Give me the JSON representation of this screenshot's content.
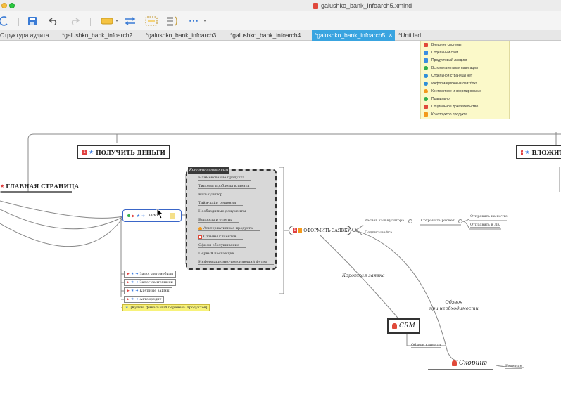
{
  "window": {
    "title": "galushko_bank_infoarch5.xmind"
  },
  "tabs": [
    {
      "label": "Структура аудита"
    },
    {
      "label": "*galushko_bank_infoarch2"
    },
    {
      "label": "*galushko_bank_infoarch3"
    },
    {
      "label": "*galushko_bank_infoarch4"
    },
    {
      "label": "*galushko_bank_infoarch5",
      "close": "×"
    },
    {
      "label": "*Untitled"
    }
  ],
  "toolbar": {
    "more": "⋯",
    "caret": "▾"
  },
  "legend": {
    "items": [
      {
        "label": "Внешние системы",
        "icon": "person-icon",
        "color": "#e04a3a"
      },
      {
        "label": "Отдельный сайт",
        "icon": "arrow-up-right-icon",
        "color": "#3a8ee0"
      },
      {
        "label": "Продуктовый лэндинг",
        "icon": "arrow-right-icon",
        "color": "#3a8ee0"
      },
      {
        "label": "Вспомогательная навигация",
        "icon": "plus-circle-icon",
        "color": "#34b04a"
      },
      {
        "label": "Отдельной страницы нет",
        "icon": "minus-circle-icon",
        "color": "#2f8fd8"
      },
      {
        "label": "Информационный лайтбокс",
        "icon": "info-icon",
        "color": "#2f8fd8"
      },
      {
        "label": "Контекстное информирование",
        "icon": "exclamation-icon",
        "color": "#f39a1c"
      },
      {
        "label": "Правильно",
        "icon": "check-icon",
        "color": "#34b04a"
      },
      {
        "label": "Социальное доказательство",
        "icon": "heart-icon",
        "color": "#e04a3a"
      },
      {
        "label": "Конструктор продукта",
        "icon": "puzzle-icon",
        "color": "#f39a1c"
      }
    ]
  },
  "map": {
    "main_page": "ГЛАВНАЯ СТРАНИЦА",
    "get_money": {
      "badge": "1",
      "label": "ПОЛУЧИТЬ ДЕНЬГИ"
    },
    "invest": {
      "badge": "1",
      "label": "ВЛОЖИТ"
    },
    "content_header": "Контент страницы",
    "content_items": [
      "Наименование продукта",
      "Типовая проблема клиента",
      "Калькулятор",
      "Тайм-лайн решения",
      "Необходимые документы",
      "Вопросы и ответы",
      "Альтернативные продукты",
      "Отзывы клиентов",
      "Офисы обслуживания",
      "Первый поставщик",
      "Информационно-поясняющий футер"
    ],
    "selected_node": "Залог",
    "sub_nodes": [
      "Залог автомобиля",
      "Залог сантехники",
      "Крупные займы",
      "Автокредит"
    ],
    "yellow_node": "[Купон: финальный перечень продуктов]",
    "apply": {
      "badge": "1",
      "label": "ОФОРМИТЬ ЗАЯВКУ"
    },
    "calc_result": "Расчет калькулятора",
    "save_calc": "Сохранить расчет",
    "send_mail": "Отправить на почте",
    "send_lk": "Отправить в ЛК",
    "pre_estimate": "Подписывайка",
    "short_app": "Короткая заявка",
    "call_when_needed": "Обзвон\nпри необходимости",
    "crm": "CRM",
    "call_clients": "Обзвон клиента",
    "scoring": "Скоринг",
    "result": "Решение"
  }
}
